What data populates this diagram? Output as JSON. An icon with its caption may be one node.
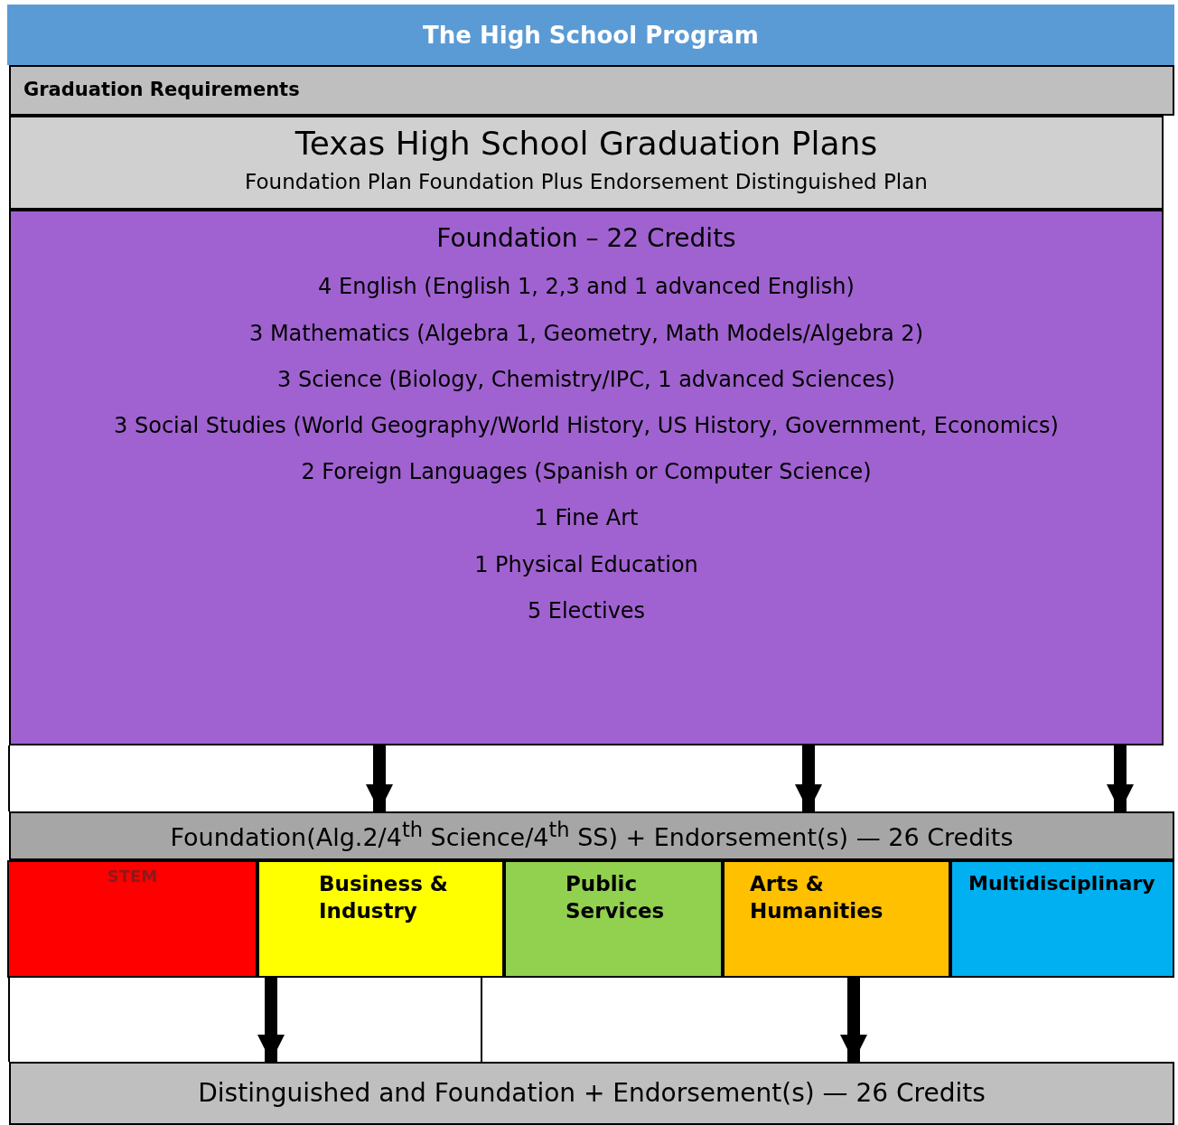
{
  "diagram": {
    "title": "The High School Program",
    "nodes": [
      {
        "text": [
          "Graduation Requirements"
        ]
      },
      {
        "text": [
          "Texas High School Graduation Plans",
          "Foundation Plan Foundation Plus Endorsement Distinguished Plan"
        ]
      },
      {
        "text": [
          "Foundation – 22 Credits",
          "4 English (English 1, 2,3 and 1 advanced English)",
          "3 Mathematics (Algebra 1, Geometry, Math Models/Algebra 2)",
          "3 Science (Biology, Chemistry/IPC, 1 advanced Sciences)",
          "3 Social Studies (World Geography/World History, US History, Government, Economics)",
          "2 Foreign Languages (Spanish or Computer Science)",
          "1 Fine Art",
          "1 Physical Education",
          "5 Electives"
        ]
      },
      {
        "text": [
          "Foundation(Alg.2/4$^{th}$ Science/4$^{th}$ SS) + Endorsement(s) — 26 Credits"
        ]
      },
      {
        "text": [
          "STEM"
        ]
      },
      {
        "text": [
          "Business & Industry"
        ]
      },
      {
        "text": [
          "Public Services"
        ]
      },
      {
        "text": [
          "Arts & Humanities"
        ]
      },
      {
        "text": [
          "Multidisciplinary"
        ]
      },
      {
        "text": [
          "Distinguished and Foundation + Endorsement(s) — 26 Credits"
        ]
      }
    ],
    "edges": [
      {
        "from": 2,
        "to": 3,
        "arrow": "to"
      },
      {
        "from": 2,
        "to": 3,
        "arrow": "to"
      },
      {
        "from": 2,
        "to": 3,
        "arrow": "to"
      },
      {
        "from": 5,
        "to": 9,
        "arrow": "to"
      },
      {
        "from": 7,
        "to": 9,
        "arrow": "to"
      }
    ]
  }
}
